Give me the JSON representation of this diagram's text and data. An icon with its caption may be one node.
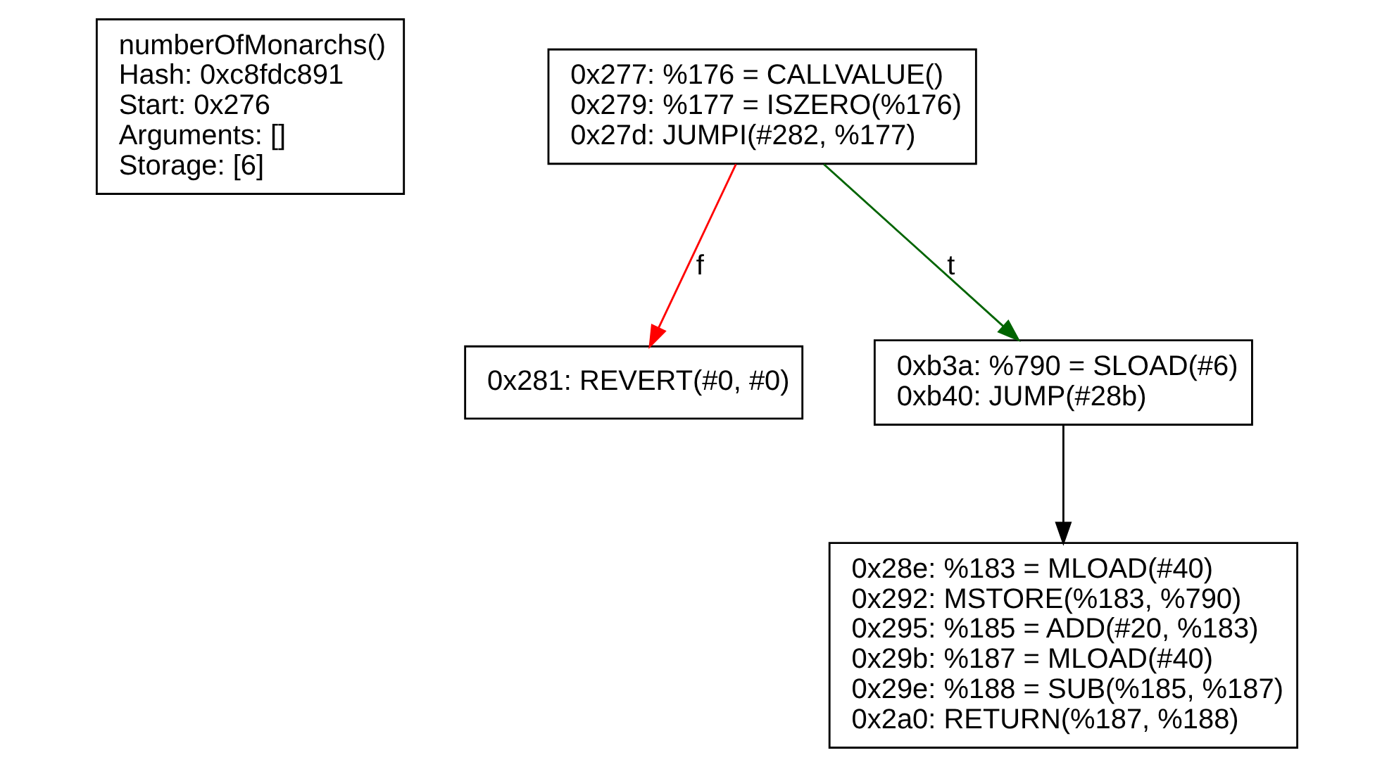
{
  "diagram": {
    "nodes": [
      {
        "text": [
          "numberOfMonarchs()",
          "Hash: 0xc8fdc891",
          "Start: 0x276",
          "Arguments: []",
          "Storage: [6]"
        ]
      },
      {
        "text": [
          "0x277: %176 = CALLVALUE()",
          "0x279: %177 = ISZERO(%176)",
          "0x27d: JUMPI(#282, %177)"
        ]
      },
      {
        "text": [
          "0x281: REVERT(#0, #0)"
        ]
      },
      {
        "text": [
          "0xb3a: %790 = SLOAD(#6)",
          "0xb40: JUMP(#28b)"
        ]
      },
      {
        "text": [
          "0x28e: %183 = MLOAD(#40)",
          "0x292: MSTORE(%183, %790)",
          "0x295: %185 = ADD(#20, %183)",
          "0x29b: %187 = MLOAD(#40)",
          "0x29e: %188 = SUB(%185, %187)",
          "0x2a0: RETURN(%187, %188)"
        ]
      }
    ],
    "edges": [
      {
        "from": 1,
        "to": 2,
        "arrow": "to",
        "label": "f",
        "color": "#ff0000"
      },
      {
        "from": 1,
        "to": 3,
        "arrow": "to",
        "label": "t",
        "color": "#006400"
      },
      {
        "from": 3,
        "to": 4,
        "arrow": "to",
        "color": "#000000"
      }
    ]
  }
}
